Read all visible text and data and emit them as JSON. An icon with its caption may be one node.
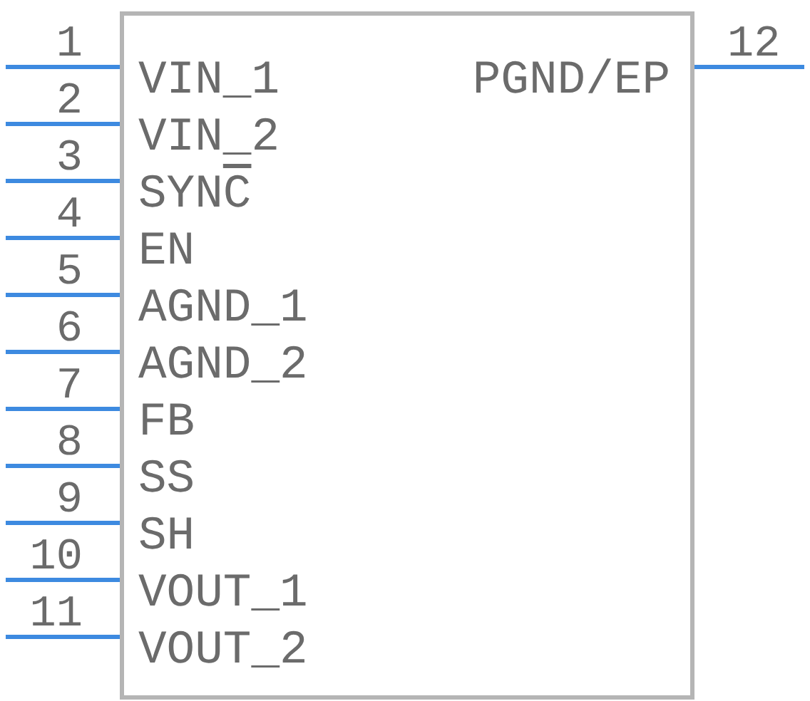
{
  "diagram": {
    "nodes": [
      {
        "text": [
          "VIN_1",
          "PGND/EP",
          "VIN_2",
          "SYN**C**",
          "EN",
          "AGND_1",
          "AGND_2",
          "FB",
          "SS",
          "SH",
          "VOUT_1",
          "VOUT_2"
        ]
      }
    ],
    "edges": [],
    "labels": [
      "1",
      "12",
      "2",
      "3",
      "4",
      "5",
      "6",
      "7",
      "8",
      "9",
      "10",
      "11"
    ]
  }
}
